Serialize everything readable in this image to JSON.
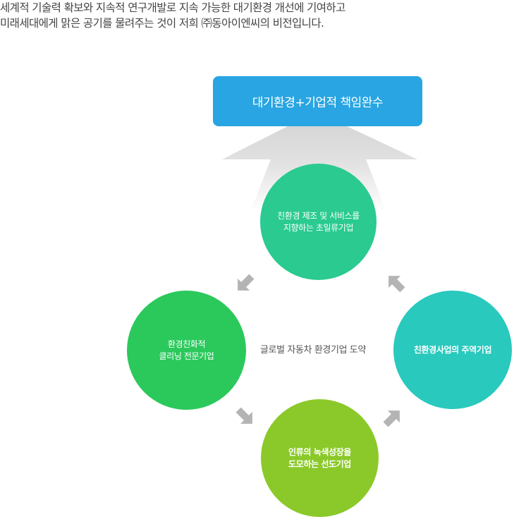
{
  "intro": {
    "lines": [
      "세계적 기술력 확보와 지속적  연구개발로 지속 가능한 대기환경 개선에 기여하고",
      "미래세대에게 맑은 공기를 물려주는 것이 저희 ㈜동아이엔씨의 비전입니다."
    ]
  },
  "goal": {
    "label": "대기환경+기업적 책임완수"
  },
  "center_label": "글로벌 자동차 환경기업 도약",
  "circles": {
    "top": {
      "lines": [
        "친환경 제조 및 서비스를",
        "지향하는 초일류기업"
      ],
      "color": "#2aca90"
    },
    "left": {
      "lines": [
        "환경친화적",
        "클리닝 전문기업"
      ],
      "color": "#2bc95c"
    },
    "right": {
      "lines": [
        "친환경사업의 주역기업"
      ],
      "color": "#29c9bd"
    },
    "bottom": {
      "lines": [
        "인류의 녹색성장을",
        "도모하는 선도기업"
      ],
      "color": "#8bc92a"
    }
  },
  "colors": {
    "goal_box": "#28a5e2",
    "arrow": "#b4b4b4",
    "big_arrow": "#d9d9d9"
  }
}
